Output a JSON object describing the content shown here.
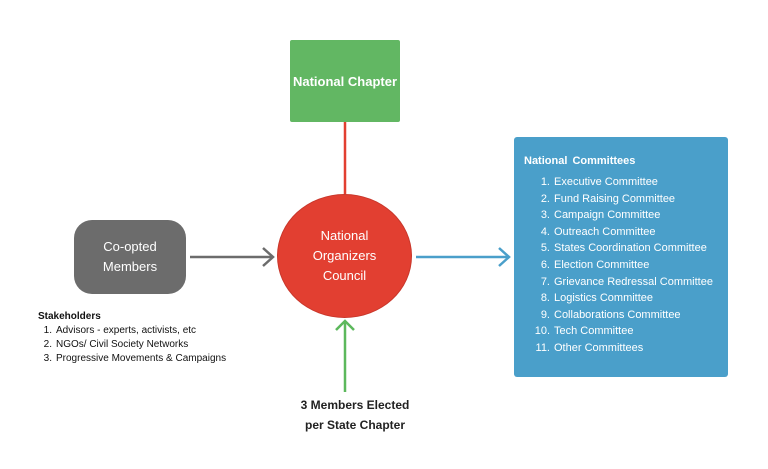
{
  "nodes": {
    "national_chapter": {
      "label": "National Chapter",
      "color": "#62b763"
    },
    "coopted": {
      "label_lines": [
        "Co-opted",
        "Members"
      ],
      "color": "#6c6c6c"
    },
    "council": {
      "label_lines": [
        "National",
        "Organizers",
        "Council"
      ],
      "color": "#e23f31"
    },
    "committees": {
      "title": "National  Committees",
      "color": "#4a9fca",
      "items": [
        {
          "num": "1.",
          "label": "Executive Committee"
        },
        {
          "num": "2.",
          "label": "Fund Raising Committee"
        },
        {
          "num": "3.",
          "label": "Campaign Committee"
        },
        {
          "num": "4.",
          "label": "Outreach Committee"
        },
        {
          "num": "5.",
          "label": "States Coordination Committee"
        },
        {
          "num": "6.",
          "label": "Election Committee"
        },
        {
          "num": "7.",
          "label": "Grievance Redressal Committee"
        },
        {
          "num": "8.",
          "label": "Logistics Committee"
        },
        {
          "num": "9.",
          "label": "Collaborations Committee"
        },
        {
          "num": "10.",
          "label": "Tech Committee"
        },
        {
          "num": "11.",
          "label": "Other Committees"
        }
      ]
    }
  },
  "stakeholders": {
    "title": "Stakeholders",
    "items": [
      {
        "num": "1.",
        "label": "Advisors - experts, activists, etc"
      },
      {
        "num": "2.",
        "label": "NGOs/ Civil Society Networks"
      },
      {
        "num": "3.",
        "label": "Progressive Movements & Campaigns"
      }
    ]
  },
  "elected": {
    "lines": [
      "3 Members Elected",
      "per  State Chapter"
    ]
  },
  "connector_colors": {
    "chapter": "#e23f31",
    "coopted": "#6c6c6c",
    "committees": "#4a9fca",
    "elected": "#5cb85c"
  }
}
